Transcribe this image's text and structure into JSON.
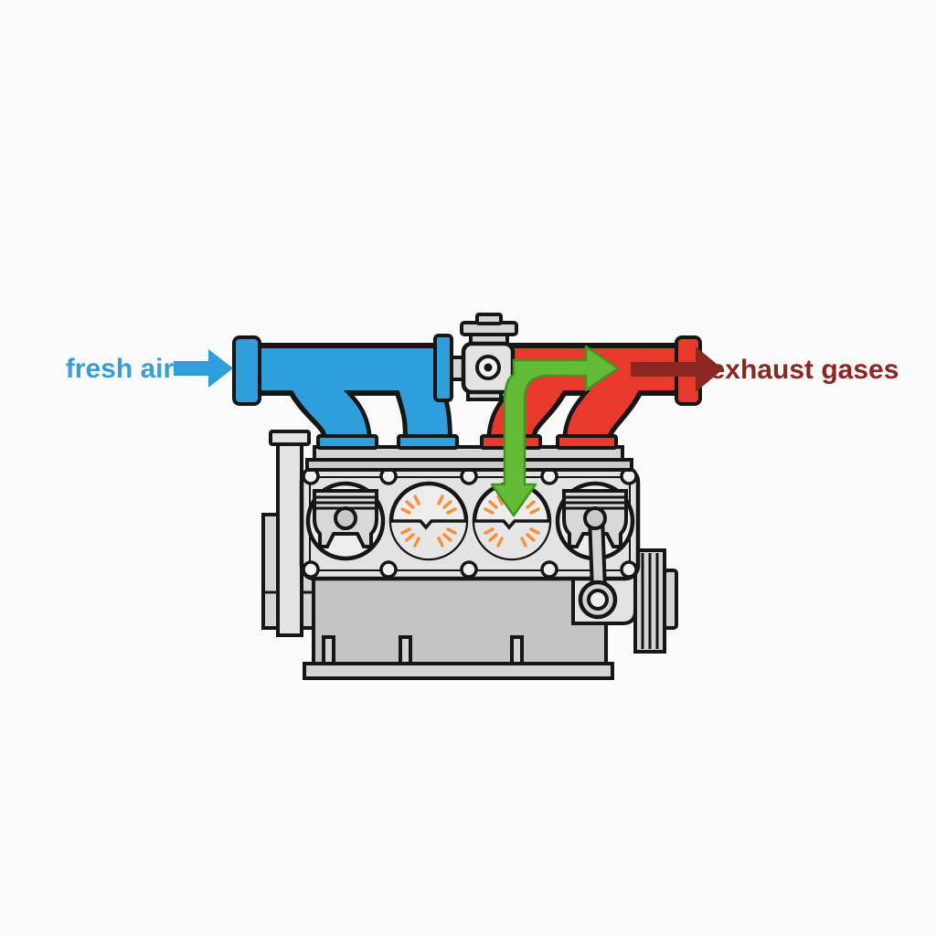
{
  "labels": {
    "fresh_air": "fresh air",
    "exhaust_gases": "exhaust gases"
  },
  "colors": {
    "outline": "#161616",
    "background": "#FBFBFB",
    "intake_blue": "#2F9FDC",
    "intake_label": "#36A0D6",
    "exhaust_red": "#E8392D",
    "exhaust_arrow": "#8C2621",
    "egr_green": "#63BB38",
    "egr_green_edge": "#41961F",
    "combustion_orange": "#F5923B",
    "metal_light": "#E3E3E3",
    "metal_mid": "#D4D4D4",
    "metal_dark": "#CACACA",
    "metal_block": "#C4C4C4",
    "bolt_fill": "#F1F1F1",
    "cylinder_fill": "#EDEDED"
  },
  "engine": {
    "cylinder_count": 4,
    "cylinders": [
      {
        "index": 1,
        "content": "piston"
      },
      {
        "index": 2,
        "content": "combustion"
      },
      {
        "index": 3,
        "content": "combustion"
      },
      {
        "index": 4,
        "content": "piston-with-connecting-rod"
      }
    ],
    "intake_ports": 2,
    "exhaust_ports": 2,
    "valve": "egr-valve"
  },
  "flows": [
    {
      "id": "fresh-air",
      "label": "fresh air",
      "color_key": "intake_blue",
      "direction": "right, into intake manifold"
    },
    {
      "id": "exhaust-gases",
      "label": "exhaust gases",
      "color_key": "exhaust_arrow",
      "direction": "right, out of exhaust manifold"
    },
    {
      "id": "recirculated-gas",
      "label": "",
      "color_key": "egr_green",
      "direction": "from valve through exhaust manifold, down into cylinder 3"
    }
  ]
}
